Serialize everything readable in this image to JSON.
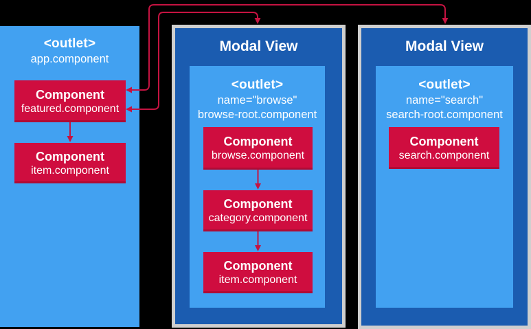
{
  "colors": {
    "background": "#000000",
    "panel_light_blue": "#42A1F1",
    "panel_dark_blue": "#1B5CB0",
    "box_red": "#CF0D3F",
    "arrow_red": "#C51341",
    "panel_border_gray": "#CFCFCF",
    "text_white": "#FFFFFF"
  },
  "left_panel": {
    "outlet": {
      "tag": "<outlet>",
      "component": "app.component"
    },
    "boxes": [
      {
        "title": "Component",
        "subtitle": "featured.component"
      },
      {
        "title": "Component",
        "subtitle": "item.component"
      }
    ]
  },
  "modal_browse": {
    "title": "Modal View",
    "outlet": {
      "tag": "<outlet>",
      "name_line": "name=\"browse\"",
      "component": "browse-root.component"
    },
    "boxes": [
      {
        "title": "Component",
        "subtitle": "browse.component"
      },
      {
        "title": "Component",
        "subtitle": "category.component"
      },
      {
        "title": "Component",
        "subtitle": "item.component"
      }
    ]
  },
  "modal_search": {
    "title": "Modal View",
    "outlet": {
      "tag": "<outlet>",
      "name_line": "name=\"search\"",
      "component": "search-root.component"
    },
    "boxes": [
      {
        "title": "Component",
        "subtitle": "search.component"
      }
    ]
  }
}
